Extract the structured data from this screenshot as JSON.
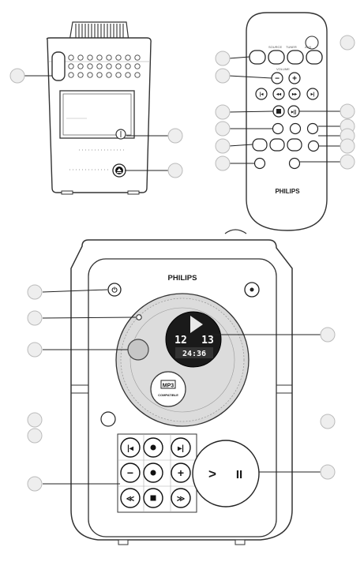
{
  "brand": {
    "remote": "PHILIPS",
    "main_unit": "PHILIPS",
    "disc_logo": "MP3",
    "disc_sub": "COMPATIBLE"
  },
  "lcd": {
    "track": "12",
    "total": "13",
    "time": "24:36"
  },
  "callouts": {
    "top_left_side": "",
    "remote_right_top": "",
    "remote_right_list": "",
    "main_left": "",
    "main_right": ""
  }
}
